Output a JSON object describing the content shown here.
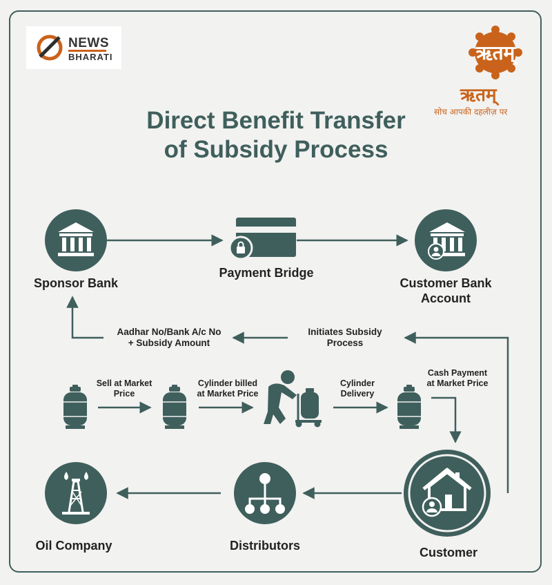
{
  "logos": {
    "left": {
      "line1": "NEWS",
      "line2": "BHARATI"
    },
    "right": {
      "name": "ऋतम्",
      "tagline": "सोच आपकी दहलीज़ पर"
    }
  },
  "title": {
    "line1": "Direct Benefit Transfer",
    "line2": "of Subsidy Process"
  },
  "nodes": {
    "sponsor_bank": "Sponsor Bank",
    "payment_bridge": "Payment Bridge",
    "customer_bank_line1": "Customer Bank",
    "customer_bank_line2": "Account",
    "oil_company": "Oil Company",
    "distributors": "Distributors",
    "customer": "Customer"
  },
  "flow_labels": {
    "aadhar_line1": "Aadhar No/Bank A/c No",
    "aadhar_line2": "+ Subsidy Amount",
    "initiates_line1": "Initiates Subsidy",
    "initiates_line2": "Process",
    "sell_line1": "Sell at Market",
    "sell_line2": "Price",
    "billed_line1": "Cylinder billed",
    "billed_line2": "at Market Price",
    "delivery_line1": "Cylinder",
    "delivery_line2": "Delivery",
    "cash_line1": "Cash Payment",
    "cash_line2": "at Market Price"
  },
  "colors": {
    "primary": "#3f5f5c",
    "accent": "#c9631b",
    "background": "#f2f2f0"
  },
  "icons": [
    "bank-icon",
    "card-lock-icon",
    "bank-user-icon",
    "gas-cylinder-icon",
    "delivery-worker-icon",
    "home-user-icon",
    "network-icon",
    "oil-rig-icon"
  ]
}
